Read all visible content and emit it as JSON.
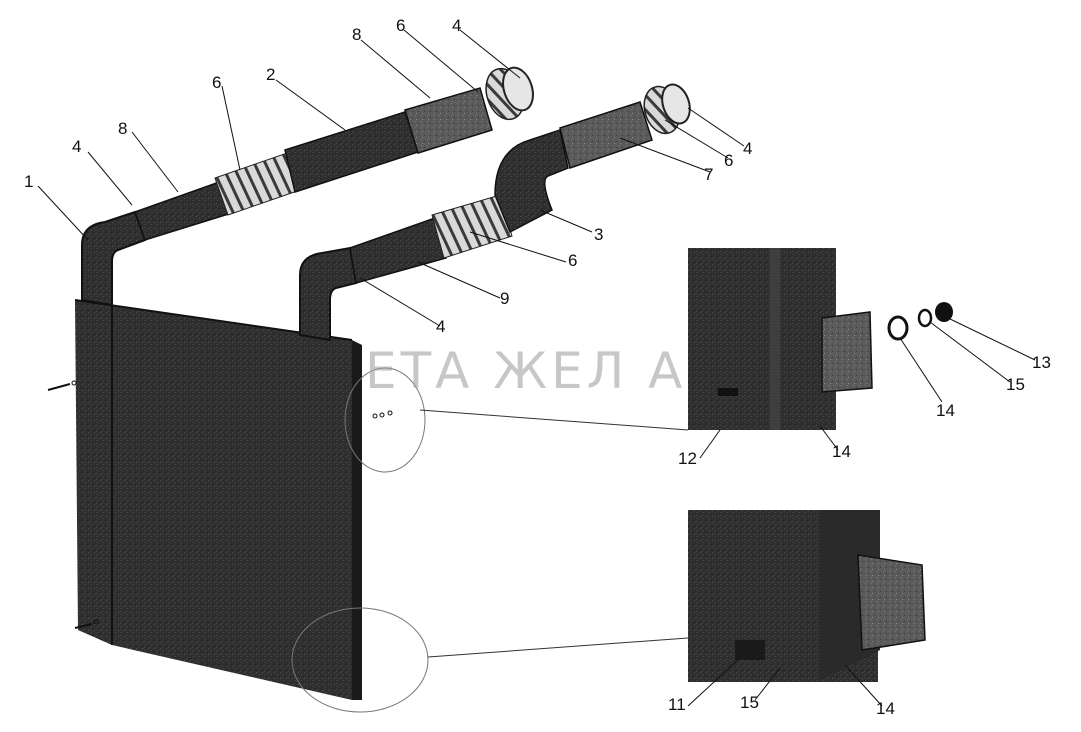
{
  "watermark": "ЕТА ЖЕЛ          А",
  "callouts": {
    "c1": "1",
    "c2": "2",
    "c3": "3",
    "c4a": "4",
    "c4b": "4",
    "c4c": "4",
    "c4d": "4",
    "c6a": "6",
    "c6b": "6",
    "c6c": "6",
    "c6d": "6",
    "c7": "7",
    "c8a": "8",
    "c8b": "8",
    "c9": "9",
    "c11": "11",
    "c12": "12",
    "c13": "13",
    "c14a": "14",
    "c14b": "14",
    "c14c": "14",
    "c15a": "15",
    "c15b": "15"
  }
}
